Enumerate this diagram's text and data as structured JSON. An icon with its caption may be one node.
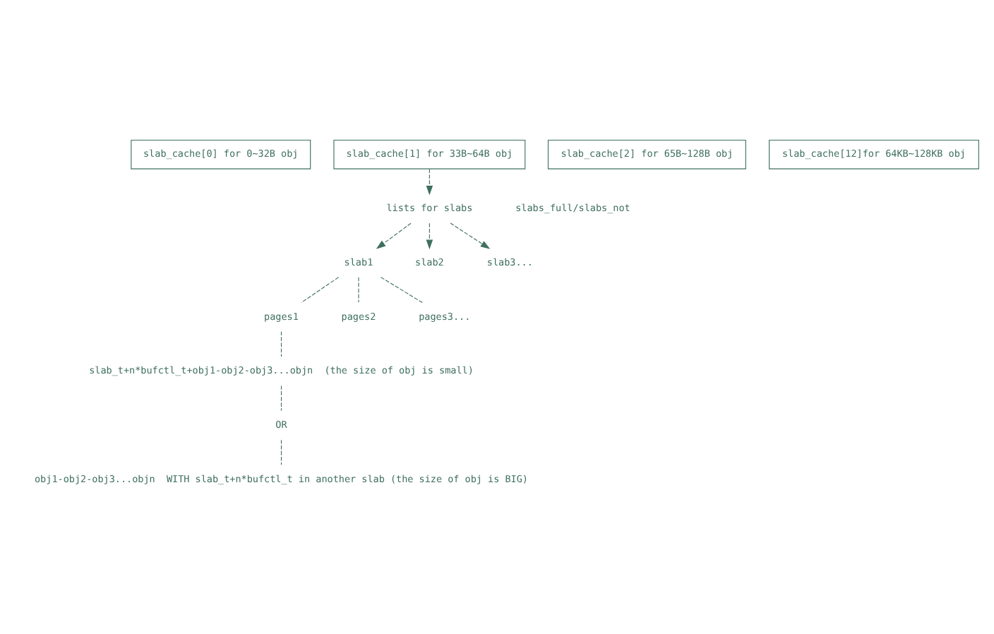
{
  "diagram": {
    "nodes": [
      {
        "text": [
          "slab_cache[0] for 0~32B obj"
        ]
      },
      {
        "text": [
          "slab_cache[1] for 33B~64B obj"
        ]
      },
      {
        "text": [
          "slab_cache[2] for 65B~128B obj"
        ]
      },
      {
        "text": [
          "slab_cache[12]for 64KB~128KB obj"
        ]
      },
      {
        "text": [
          "lists for slabs"
        ]
      },
      {
        "text": [
          "slab1"
        ]
      },
      {
        "text": [
          "slab2"
        ]
      },
      {
        "text": [
          "slab3..."
        ]
      },
      {
        "text": [
          "pages1"
        ]
      },
      {
        "text": [
          "pages2"
        ]
      },
      {
        "text": [
          "pages3..."
        ]
      },
      {
        "text": [
          "slab_t+n*bufctl_t+obj1-obj2-obj3...objn  (the size of obj is small)"
        ]
      },
      {
        "text": [
          "OR"
        ]
      },
      {
        "text": [
          "obj1-obj2-obj3...objn  WITH slab_t+n*bufctl_t in another slab (the size of obj is BIG)"
        ]
      }
    ],
    "edges": [
      {
        "from": 1,
        "to": 4,
        "arrow": "to"
      },
      {
        "from": 4,
        "to": 5,
        "arrow": "to"
      },
      {
        "from": 4,
        "to": 6,
        "arrow": "to"
      },
      {
        "from": 4,
        "to": 7,
        "arrow": "to"
      },
      {
        "from": 5,
        "to": 8,
        "arrow": "none"
      },
      {
        "from": 5,
        "to": 9,
        "arrow": "none"
      },
      {
        "from": 5,
        "to": 10,
        "arrow": "none"
      },
      {
        "from": 8,
        "to": 11,
        "arrow": "none"
      },
      {
        "from": 11,
        "to": 12,
        "arrow": "none"
      },
      {
        "from": 12,
        "to": 13,
        "arrow": "none"
      }
    ],
    "labels": [
      "slabs_full/slabs_not"
    ]
  }
}
